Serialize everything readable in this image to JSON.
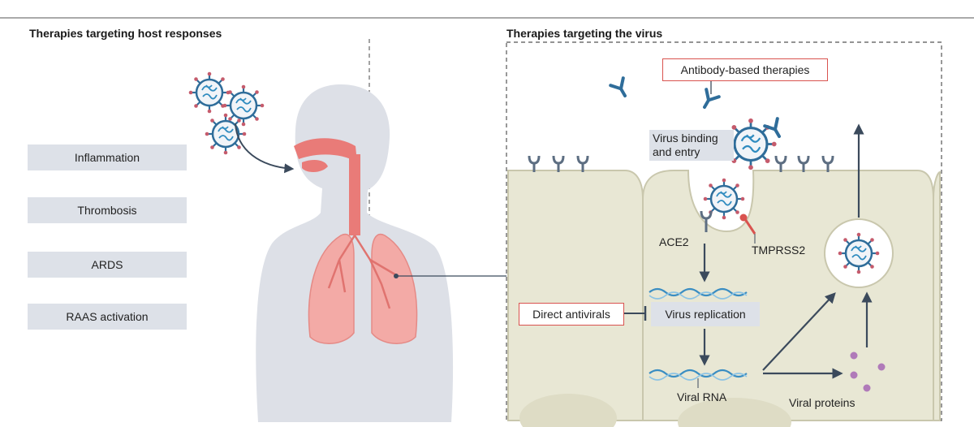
{
  "left_panel": {
    "heading": "Therapies targeting host responses",
    "host_responses": [
      {
        "label": "Inflammation"
      },
      {
        "label": "Thrombosis"
      },
      {
        "label": "ARDS"
      },
      {
        "label": "RAAS activation"
      }
    ]
  },
  "right_panel": {
    "heading": "Therapies targeting the virus",
    "antibody_box": "Antibody-based therapies",
    "entry_label_line1": "Virus binding",
    "entry_label_line2": "and entry",
    "ace2_label": "ACE2",
    "tmprss2_label": "TMPRSS2",
    "antivirals_box": "Direct antivirals",
    "replication_label": "Virus replication",
    "viral_rna_label": "Viral RNA",
    "viral_proteins_label": "Viral proteins"
  },
  "colors": {
    "cell_fill": "#e8e7d4",
    "cell_stroke": "#c9c7ad",
    "body_fill": "#dde0e7",
    "airway": "#e97b78",
    "lung": "#f3aaa6",
    "virus_blue": "#2f6d9a",
    "arrow": "#3b4a5c",
    "highlight_red": "#d9534f",
    "protein": "#b07ab9"
  }
}
